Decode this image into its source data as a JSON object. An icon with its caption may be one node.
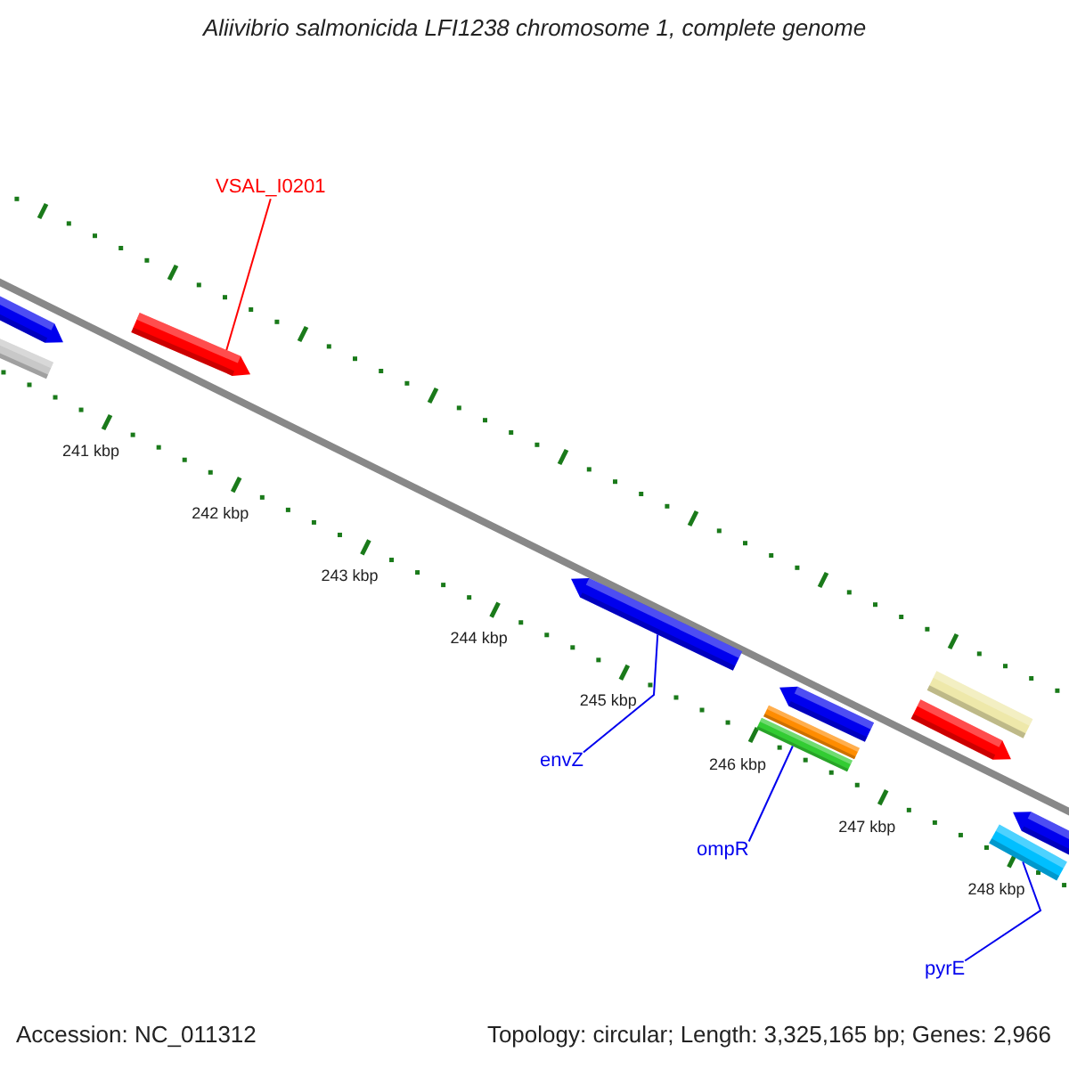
{
  "diagram": {
    "title": "Aliivibrio salmonicida LFI1238 chromosome 1, complete genome",
    "nodes": [
      {
        "text": [],
        "shape": "arrow"
      },
      {
        "text": [],
        "shape": "bar"
      },
      {
        "text": [],
        "shape": "arrow"
      },
      {
        "text": [],
        "shape": "arrow"
      },
      {
        "text": [],
        "shape": "arrow"
      },
      {
        "text": [],
        "shape": "bar"
      },
      {
        "text": [],
        "shape": "bar"
      },
      {
        "text": [],
        "shape": "bar"
      },
      {
        "text": [],
        "shape": "arrow"
      },
      {
        "text": [],
        "shape": "bar"
      },
      {
        "text": [],
        "shape": "arrow"
      },
      {
        "text": [
          "VSAL_I0201"
        ]
      },
      {
        "text": [
          "envZ"
        ]
      },
      {
        "text": [
          "ompR"
        ]
      },
      {
        "text": [
          "pyrE"
        ]
      }
    ],
    "edges": [
      {
        "from": 11,
        "to": 2,
        "arrow": "none",
        "color": "#ff0000"
      },
      {
        "from": 12,
        "to": 3,
        "arrow": "none"
      },
      {
        "from": 13,
        "to": 6,
        "arrow": "none"
      },
      {
        "from": 14,
        "to": 9,
        "arrow": "none"
      }
    ],
    "labels": [
      "241 kbp",
      "242 kbp",
      "243 kbp",
      "244 kbp",
      "245 kbp",
      "246 kbp",
      "247 kbp",
      "248 kbp",
      "Accession: NC_011312",
      "Topology: circular; Length: 3,325,165 bp; Genes: 2,966"
    ]
  }
}
